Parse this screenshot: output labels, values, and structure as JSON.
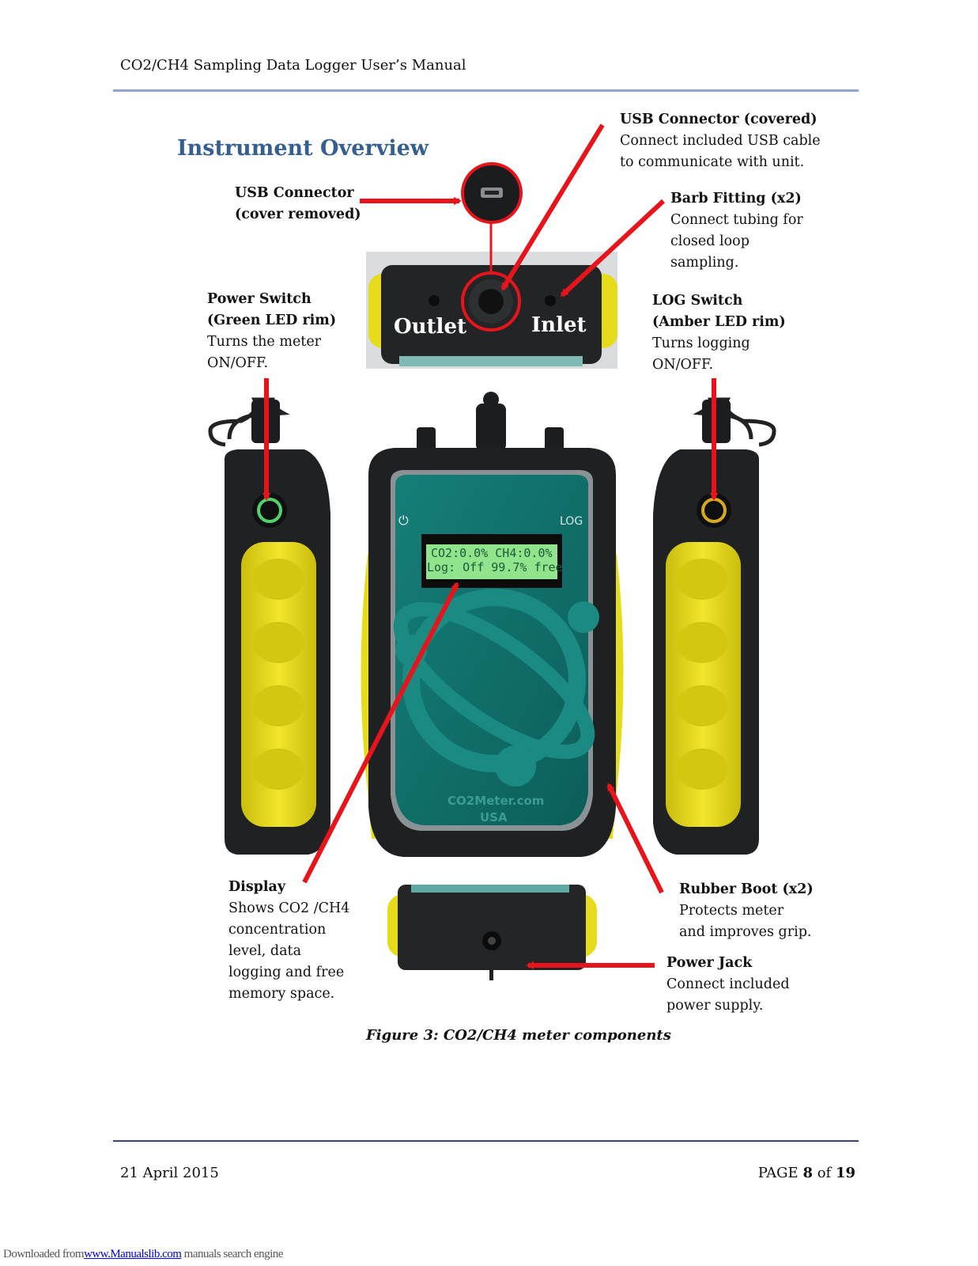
{
  "header": {
    "title": "CO2/CH4 Sampling Data Logger User’s Manual"
  },
  "section": {
    "title": "Instrument Overview"
  },
  "callouts": {
    "usb_covered": {
      "heading": "USB Connector (covered)",
      "lines": [
        "Connect included USB cable",
        "to communicate with unit."
      ]
    },
    "usb_removed": {
      "heading_lines": [
        "USB Connector",
        "(cover removed)"
      ]
    },
    "barb": {
      "heading": "Barb Fitting (x2)",
      "lines": [
        "Connect tubing for",
        "closed loop",
        "sampling."
      ]
    },
    "power_switch": {
      "heading_lines": [
        "Power Switch",
        "(Green LED rim)"
      ],
      "lines": [
        "Turns the meter",
        "ON/OFF."
      ]
    },
    "log_switch": {
      "heading_lines": [
        "LOG Switch",
        "(Amber LED rim)"
      ],
      "lines": [
        "Turns logging",
        "ON/OFF."
      ]
    },
    "display": {
      "heading": "Display",
      "lines": [
        "Shows CO2 /CH4",
        "concentration",
        "level, data",
        "logging and free",
        "memory space."
      ]
    },
    "rubber_boot": {
      "heading": "Rubber Boot (x2)",
      "lines": [
        "Protects meter",
        "and improves grip."
      ]
    },
    "power_jack": {
      "heading": "Power Jack",
      "lines": [
        "Connect included",
        "power supply."
      ]
    }
  },
  "device": {
    "outlet_label": "Outlet",
    "inlet_label": "Inlet",
    "lcd_line1": "CO2:0.0% CH4:0.0%",
    "lcd_line2": "Log: Off 99.7% free",
    "power_icon_label": "⏻",
    "log_label": "LOG",
    "brand_line1": "CO2Meter.com",
    "brand_line2": "USA"
  },
  "figure": {
    "caption": "Figure 3: CO2/CH4 meter components"
  },
  "footer": {
    "date": "21 April 2015",
    "page_prefix": "PAGE",
    "page_number": "8",
    "page_of": "of",
    "page_total": "19"
  },
  "download": {
    "prefix": "Downloaded from",
    "link": "www.Manualslib.com",
    "suffix": " manuals search engine"
  },
  "colors": {
    "accent_blue": "#365f91",
    "rule_blue": "#8ea6cf",
    "arrow_red": "#e8141b",
    "boot_yellow": "#e8dc1a",
    "body_dark": "#1e2022",
    "panel_teal": "#0f6d68"
  }
}
